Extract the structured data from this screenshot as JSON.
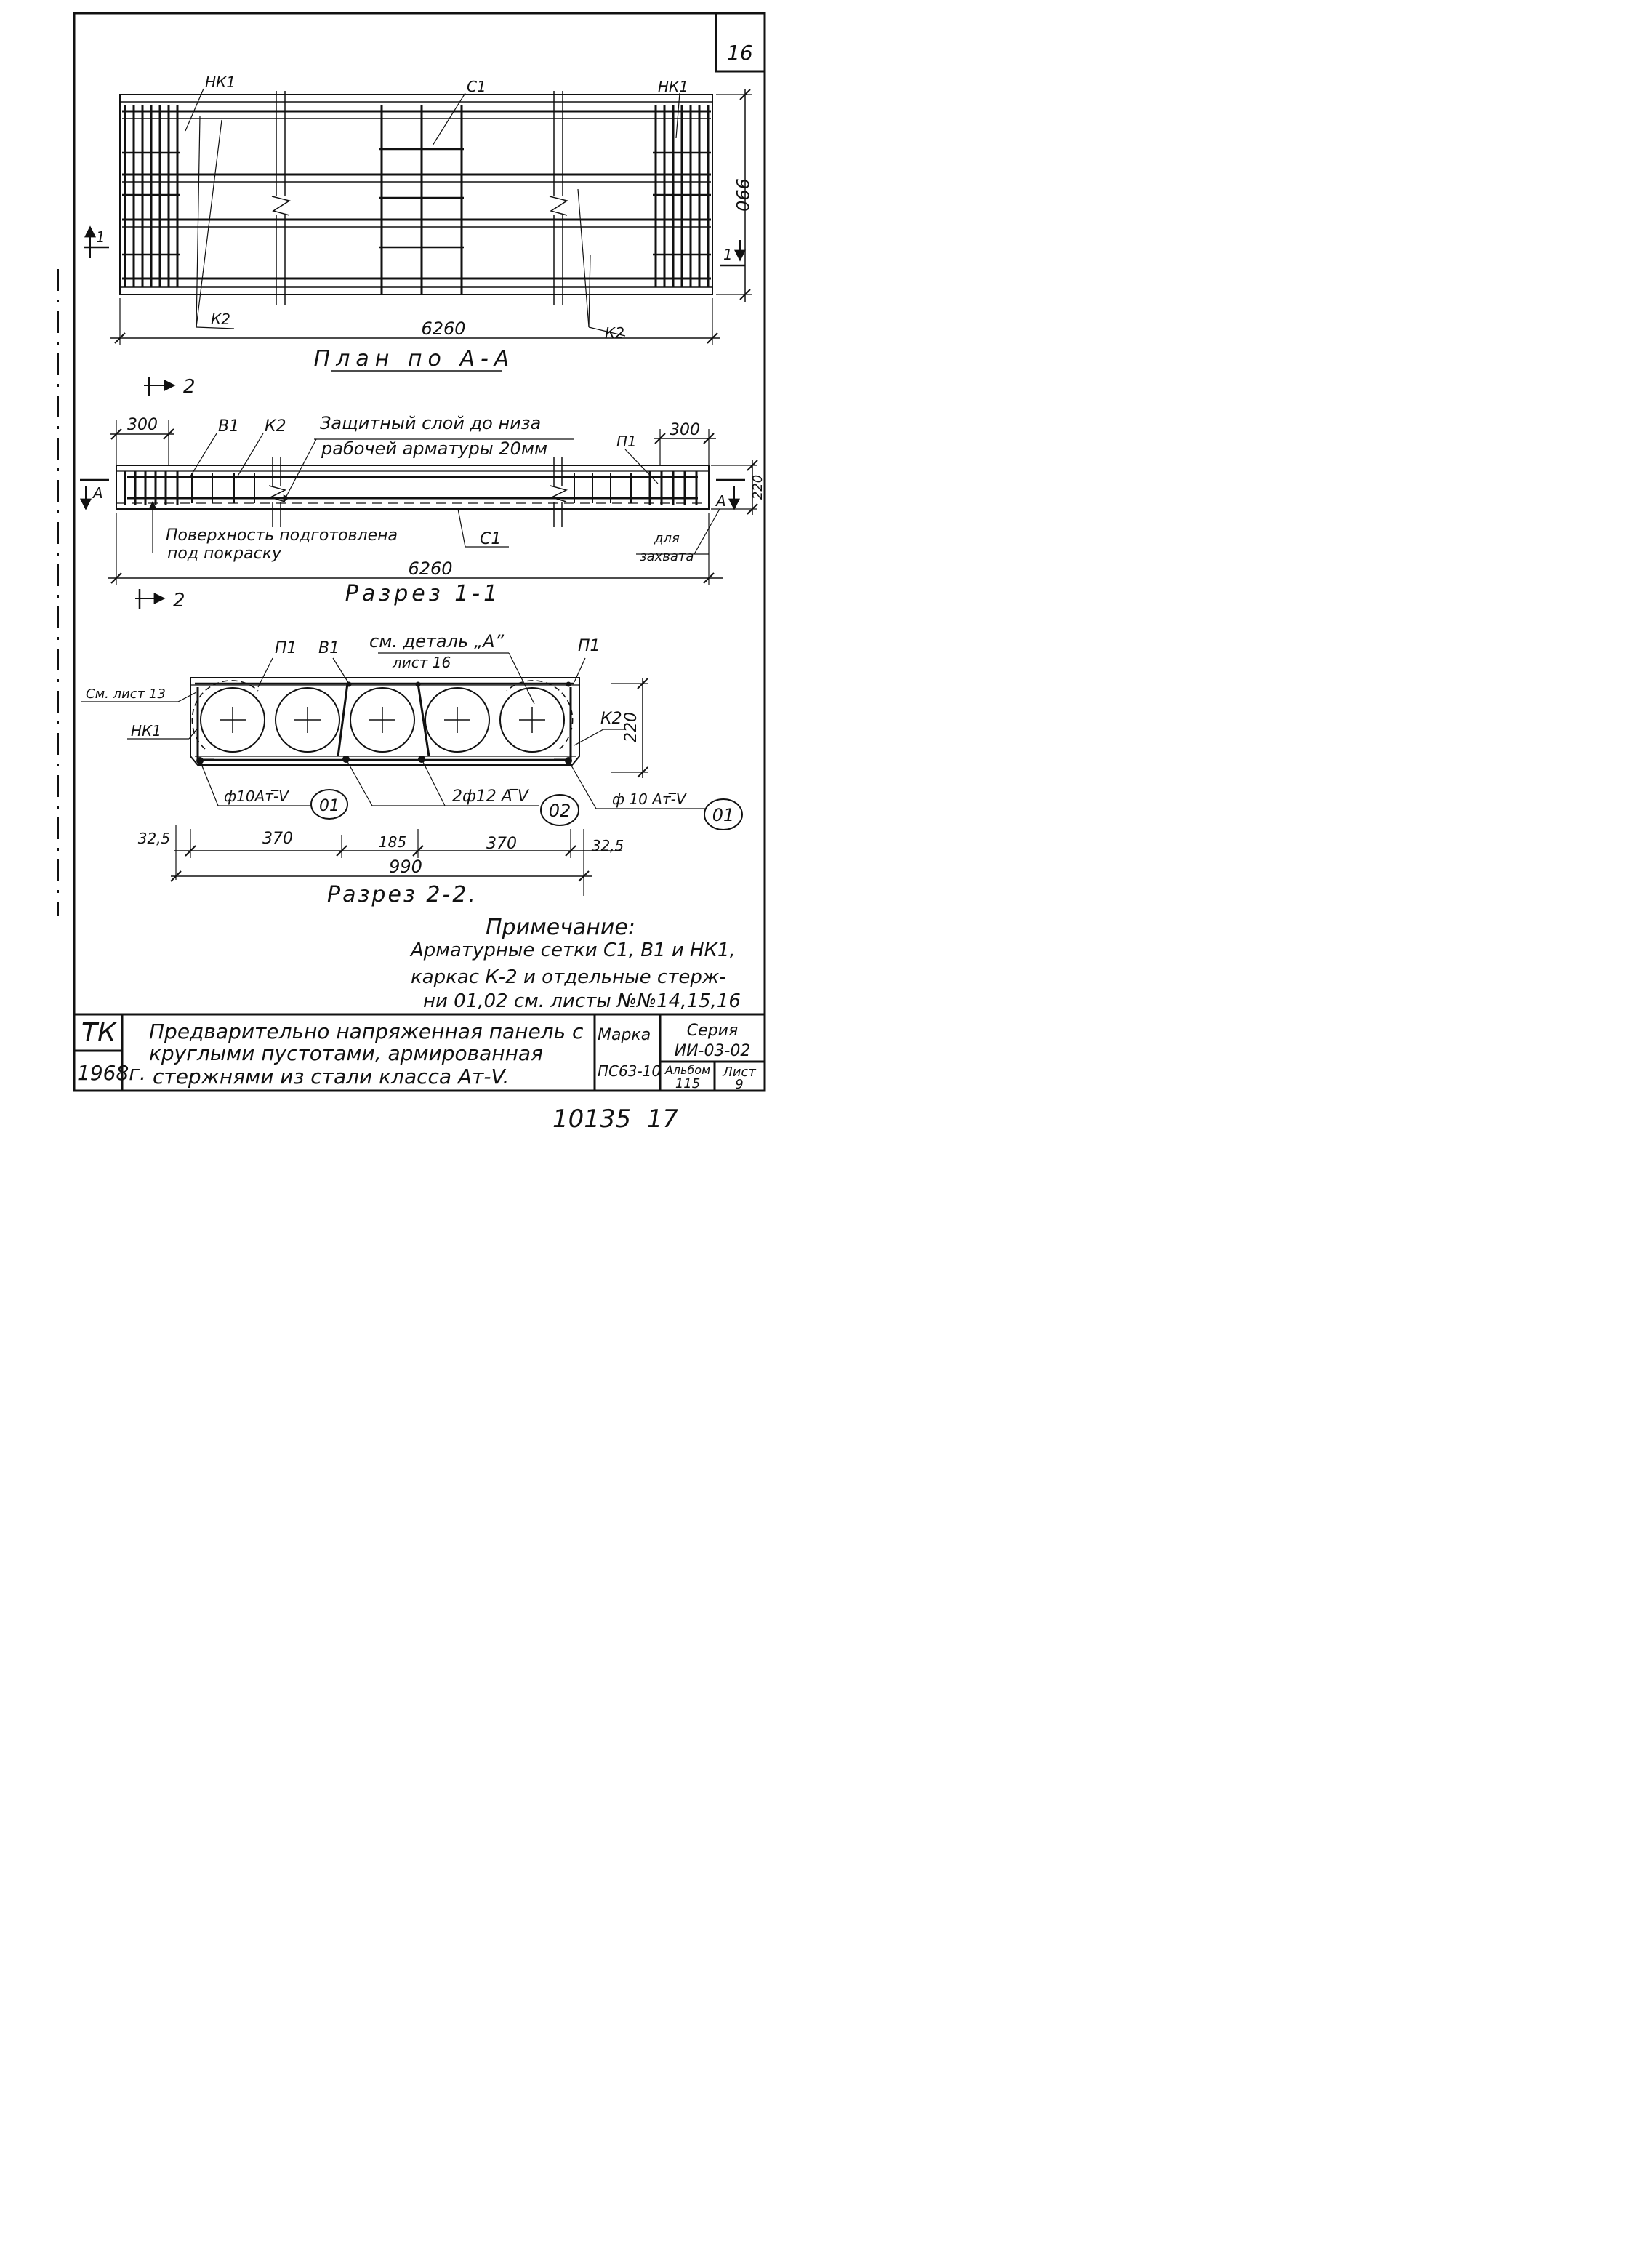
{
  "sheet": {
    "number": "16"
  },
  "plan": {
    "labels": {
      "nk1_left": "НК1",
      "c1": "С1",
      "nk1_right": "НК1",
      "k2_left": "К2",
      "k2_right": "К2",
      "section1_left": "1",
      "section1_right": "1"
    },
    "dim_width": "990",
    "dim_length": "6260",
    "title": "План по А-А"
  },
  "section11": {
    "cut_top": "2",
    "cut_bottom": "2",
    "dim_left": "300",
    "dim_right": "300",
    "labels": {
      "v1": "В1",
      "k2": "К2",
      "p1": "П1",
      "c1": "С1",
      "a_left": "А",
      "a_right": "А"
    },
    "note_cover": [
      "Защитный слой до низа",
      "рабочей арматуры 20мм"
    ],
    "note_surface": [
      "Поверхность подготовлена",
      "под покраску"
    ],
    "note_grip": [
      "для",
      "захвата"
    ],
    "dim_height": "220",
    "dim_length": "6260",
    "title": "Разрез 1-1"
  },
  "section22": {
    "labels": {
      "see_sheet": "См. лист 13",
      "nk1": "НК1",
      "p1_left": "П1",
      "v1": "В1",
      "detail": "см. деталь „А”",
      "detail_sheet": "лист 16",
      "p1_right": "П1",
      "k2": "К2"
    },
    "callouts": {
      "left_bar": "ф10Ат-̅V",
      "left_num": "01",
      "mid_bar": "2ф12 А ̅V",
      "mid_num": "02",
      "right_bar": "ф 10 Ат-̅V",
      "right_num": "01"
    },
    "dim_height": "220",
    "dims": [
      "32,5",
      "370",
      "185",
      "370",
      "32,5"
    ],
    "dim_total": "990",
    "title": "Разрез 2-2."
  },
  "note": {
    "title": "Примечание:",
    "lines": [
      "Арматурные сетки С1, В1 и НК1,",
      "каркас К-2 и отдельные стерж-",
      "ни 01,02  см. листы №№14,15,16"
    ]
  },
  "titleblock": {
    "org": "ТК",
    "year": "1968г.",
    "description": [
      "Предварительно напряженная панель с",
      "круглыми пустотами, армированная",
      "стержнями из стали класса  Ат-V."
    ],
    "marka_label": "Марка",
    "marka_value": "ПС63-10",
    "series_label": "Серия",
    "series_value": "ИИ-03-02",
    "album_label": "Альбом",
    "album_value": "115",
    "sheet_label": "Лист",
    "sheet_value": "9"
  },
  "bottom_number": "10135  17"
}
